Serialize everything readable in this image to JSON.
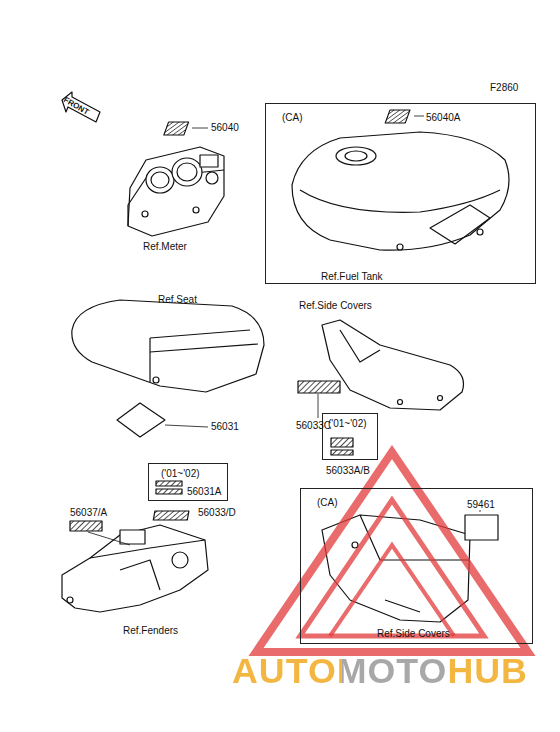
{
  "diagram": {
    "nodes": [
      {
        "text": [
          "(CA)",
          "56040A",
          "Ref.Fuel Tank"
        ]
      },
      {
        "text": [
          "('01~'02)"
        ]
      },
      {
        "text": [
          "('01~'02)",
          "56031A"
        ]
      },
      {
        "text": [
          "(CA)",
          "59461",
          "Ref.Side Covers"
        ]
      }
    ],
    "labels": [
      "F2860",
      "FRONT",
      "56040",
      "Ref.Meter",
      "Ref.Seat",
      "56031",
      "Ref.Side Covers",
      "56033C",
      "56033A/B",
      "56037/A",
      "56033/D",
      "Ref.Fenders",
      "AUTOMOTOHUB"
    ]
  }
}
